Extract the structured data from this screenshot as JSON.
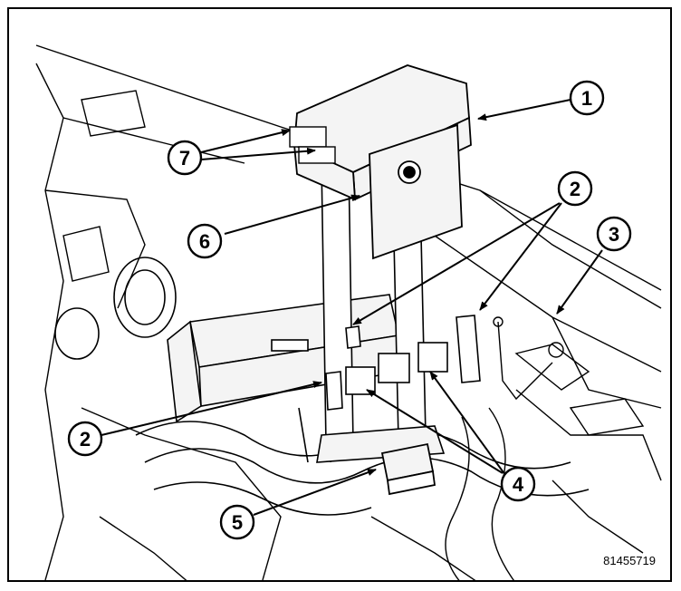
{
  "figure_id": "81455719",
  "callouts": [
    {
      "id": "c1",
      "label": "1"
    },
    {
      "id": "c2a",
      "label": "2"
    },
    {
      "id": "c2b",
      "label": "2"
    },
    {
      "id": "c3",
      "label": "3"
    },
    {
      "id": "c4",
      "label": "4"
    },
    {
      "id": "c5",
      "label": "5"
    },
    {
      "id": "c6",
      "label": "6"
    },
    {
      "id": "c7",
      "label": "7"
    }
  ],
  "colors": {
    "line": "#000000",
    "background": "#ffffff",
    "fill_light": "#f4f4f4"
  }
}
